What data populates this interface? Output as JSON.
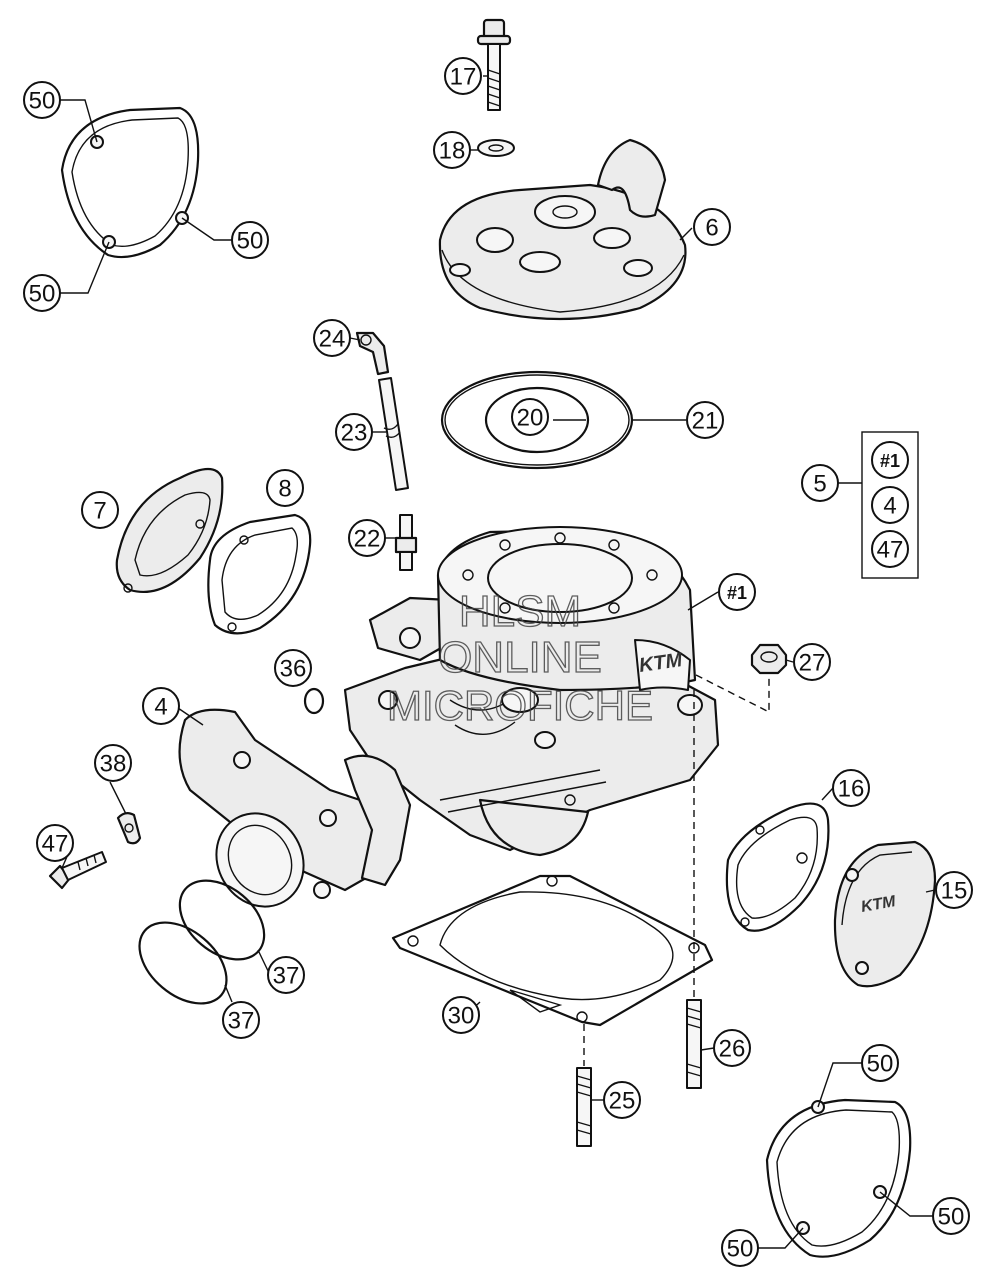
{
  "watermark": {
    "line1": "HLSM",
    "line2": "ONLINE",
    "line3": "MICROFICHE"
  },
  "kit_box": {
    "main": "5",
    "items": [
      "#1",
      "4",
      "47"
    ]
  },
  "callouts": {
    "c17": "17",
    "c18": "18",
    "c6": "6",
    "c50a": "50",
    "c50b": "50",
    "c50c": "50",
    "c24": "24",
    "c23": "23",
    "c20": "20",
    "c21": "21",
    "c7": "7",
    "c8": "8",
    "c22": "22",
    "c1": "#1",
    "c27": "27",
    "c36": "36",
    "c4": "4",
    "c38": "38",
    "c47": "47",
    "c16": "16",
    "c15": "15",
    "c37a": "37",
    "c37b": "37",
    "c30": "30",
    "c26": "26",
    "c25": "25",
    "c50d": "50",
    "c50e": "50",
    "c50f": "50"
  },
  "colors": {
    "line": "#111111",
    "fill": "#ececec",
    "background": "#ffffff"
  }
}
